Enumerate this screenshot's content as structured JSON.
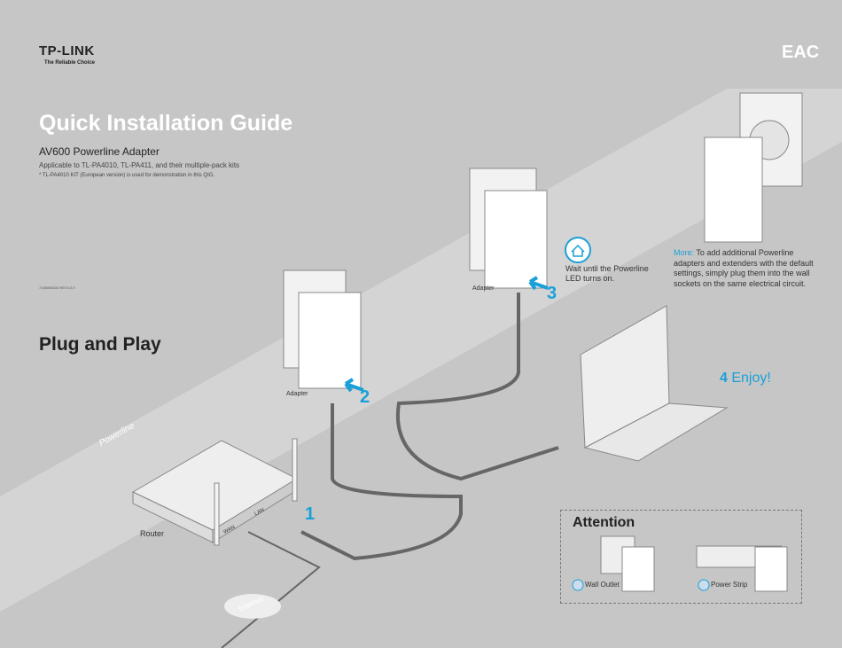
{
  "brand": {
    "logo": "TP-LINK",
    "tagline": "The Reliable Choice",
    "cert_mark": "EAC"
  },
  "header": {
    "title": "Quick Installation Guide",
    "product": "AV600 Powerline Adapter",
    "applicable": "Applicable to TL-PA4010, TL-PA411, and their multiple-pack kits",
    "note": "* TL-PA4010 KIT (European version) is used for demonstration in this QIG.",
    "serial": "7106506034   REV3.0.0"
  },
  "section": {
    "title": "Plug and Play"
  },
  "diagram": {
    "powerline": "Powerline",
    "router": "Router",
    "lan": "LAN",
    "wan": "WAN",
    "internet": "Internet",
    "adapter1": "Adapter",
    "adapter2": "Adapter",
    "steps": [
      {
        "n": "1"
      },
      {
        "n": "2"
      },
      {
        "n": "3"
      },
      {
        "n": "4",
        "label": "Enjoy!"
      }
    ],
    "wait": "Wait until the Powerline LED turns on.",
    "more_label": "More:",
    "more_text": "To add additional Powerline adapters and extenders with the default settings, simply plug them into the wall sockets on the same electrical circuit.",
    "accent": "#1aa0d8"
  },
  "attention": {
    "title": "Attention",
    "good": "Wall Outlet",
    "bad": "Power Strip"
  }
}
